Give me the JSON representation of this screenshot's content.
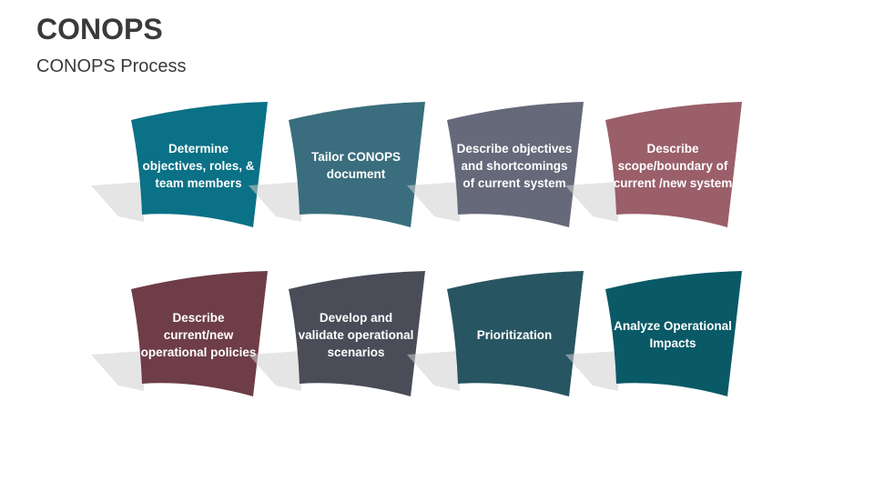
{
  "header": {
    "title": "CONOPS",
    "subtitle": "CONOPS Process"
  },
  "steps": [
    {
      "label": "Determine objectives, roles, & team members",
      "color": "#0b7186"
    },
    {
      "label": "Tailor CONOPS document",
      "color": "#3a6e7e"
    },
    {
      "label": "Describe objectives and shortcomings of current system",
      "color": "#66697a"
    },
    {
      "label": "Describe scope/boundary of current /new system",
      "color": "#9a5f69"
    },
    {
      "label": "Describe current/new operational policies",
      "color": "#6e3d47"
    },
    {
      "label": "Develop and validate operational scenarios",
      "color": "#4a4c58"
    },
    {
      "label": "Prioritization",
      "color": "#285562"
    },
    {
      "label": "Analyze Operational Impacts",
      "color": "#0a5966"
    }
  ]
}
